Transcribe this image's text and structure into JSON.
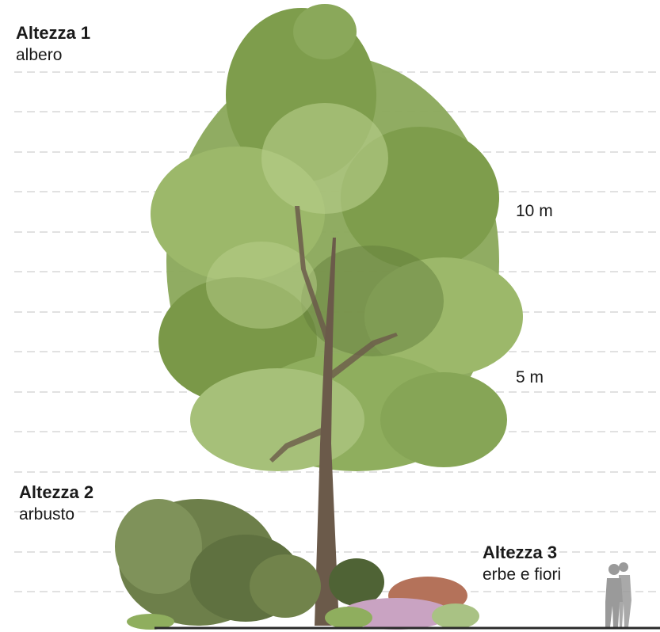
{
  "labels": {
    "tree": {
      "title": "Altezza 1",
      "sub": "albero"
    },
    "shrub": {
      "title": "Altezza 2",
      "sub": "arbusto"
    },
    "herbs": {
      "title": "Altezza 3",
      "sub": "erbe e fiori"
    }
  },
  "scale": {
    "ten": "10 m",
    "five": "5 m"
  },
  "colors": {
    "foliage_dark": "#5f7a3a",
    "foliage_mid": "#8aa85a",
    "foliage_light": "#b9cf8c",
    "trunk": "#6b5a4a",
    "shrub": "#6d7f4a",
    "flowers": "#c9a3c2",
    "grass": "#b4725a",
    "person": "#9a9a9a",
    "grid": "#cfcfcf",
    "ground": "#2a2a2a"
  },
  "icons": {
    "person": "person-silhouette-icon"
  }
}
